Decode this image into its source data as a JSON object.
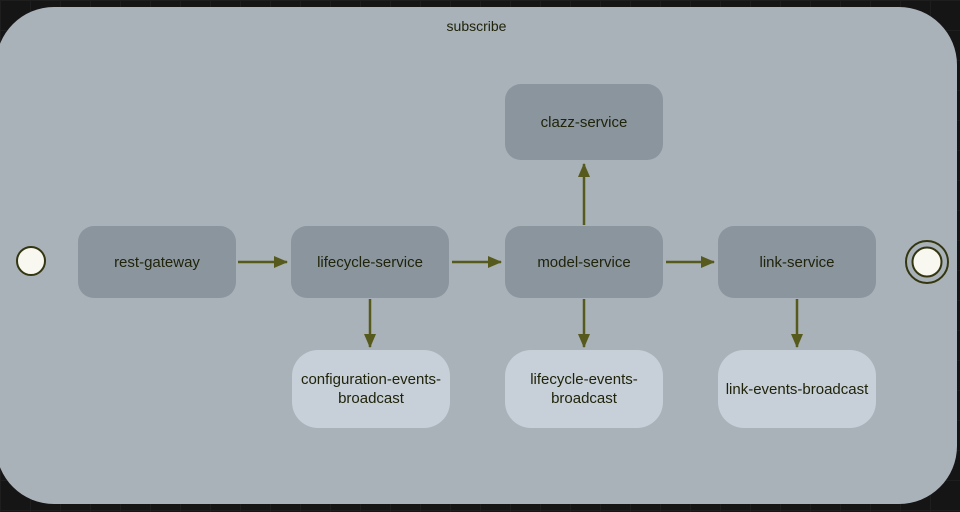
{
  "diagram": {
    "container_label": "subscribe",
    "services": [
      {
        "id": "rest-gateway",
        "label": "rest-gateway"
      },
      {
        "id": "lifecycle-service",
        "label": "lifecycle-service"
      },
      {
        "id": "model-service",
        "label": "model-service"
      },
      {
        "id": "link-service",
        "label": "link-service"
      },
      {
        "id": "clazz-service",
        "label": "clazz-service"
      }
    ],
    "broadcasts": [
      {
        "id": "configuration-events-broadcast",
        "label": "configuration-events-broadcast"
      },
      {
        "id": "lifecycle-events-broadcast",
        "label": "lifecycle-events-broadcast"
      },
      {
        "id": "link-events-broadcast",
        "label": "link-events-broadcast"
      }
    ],
    "terminals": [
      {
        "id": "start-state",
        "shape": "circle"
      },
      {
        "id": "end-state",
        "shape": "double-circle"
      }
    ],
    "edges": [
      {
        "from": "rest-gateway",
        "to": "lifecycle-service"
      },
      {
        "from": "lifecycle-service",
        "to": "model-service"
      },
      {
        "from": "model-service",
        "to": "link-service"
      },
      {
        "from": "model-service",
        "to": "clazz-service"
      },
      {
        "from": "lifecycle-service",
        "to": "configuration-events-broadcast"
      },
      {
        "from": "model-service",
        "to": "lifecycle-events-broadcast"
      },
      {
        "from": "link-service",
        "to": "link-events-broadcast"
      }
    ],
    "colors": {
      "canvas_background": "#151515",
      "container_fill": "#a9b1b9",
      "service_fill": "#8b959e",
      "broadcast_fill": "#c7cfd8",
      "edge_stroke": "#565a1d",
      "terminal_stroke": "#33360f",
      "terminal_fill": "#f8f8f1",
      "label_text": "#20240a"
    }
  }
}
